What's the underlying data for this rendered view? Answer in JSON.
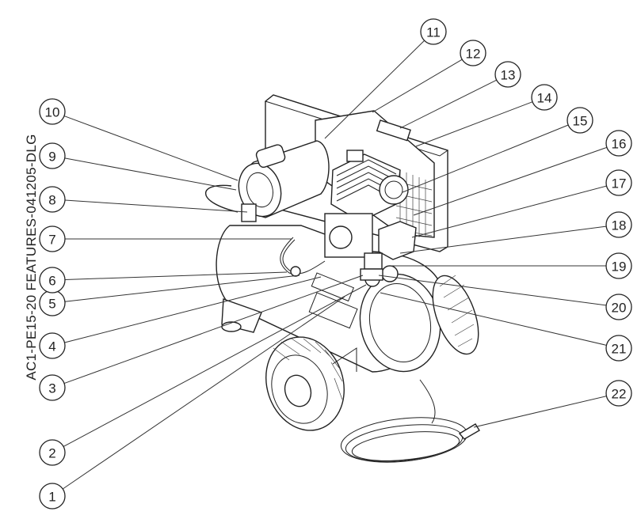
{
  "drawing_id": "AC1-PE15-20 FEATURES-041205-DLG",
  "callouts": [
    {
      "label": "1"
    },
    {
      "label": "2"
    },
    {
      "label": "3"
    },
    {
      "label": "4"
    },
    {
      "label": "5"
    },
    {
      "label": "6"
    },
    {
      "label": "7"
    },
    {
      "label": "8"
    },
    {
      "label": "9"
    },
    {
      "label": "10"
    },
    {
      "label": "11"
    },
    {
      "label": "12"
    },
    {
      "label": "13"
    },
    {
      "label": "14"
    },
    {
      "label": "15"
    },
    {
      "label": "16"
    },
    {
      "label": "17"
    },
    {
      "label": "18"
    },
    {
      "label": "19"
    },
    {
      "label": "20"
    },
    {
      "label": "21"
    },
    {
      "label": "22"
    }
  ]
}
